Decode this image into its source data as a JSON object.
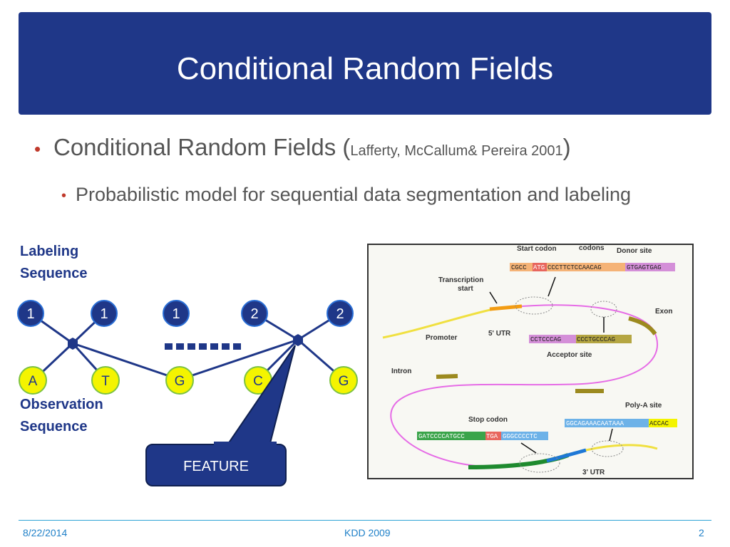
{
  "slide": {
    "title": "Conditional Random Fields",
    "bullet1_main": "Conditional Random Fields (",
    "bullet1_cite": "Lafferty, McCallum& Pereira 2001",
    "bullet1_close": ")",
    "bullet2": "Probabilistic model for sequential data segmentation and labeling"
  },
  "diagram": {
    "labeling_title_1": "Labeling",
    "labeling_title_2": "Sequence",
    "observation_title_1": "Observation",
    "observation_title_2": "Sequence",
    "labels": [
      "1",
      "1",
      "1",
      "2",
      "2"
    ],
    "observations": [
      "A",
      "T",
      "G",
      "C",
      "G"
    ],
    "feature_label": "FEATURE"
  },
  "gene_figure": {
    "start_codon": "Start codon",
    "codons": "codons",
    "donor_site": "Donor site",
    "seq_top_a": "CGCC",
    "seq_top_b": "ATG",
    "seq_top_c": "CCCTTCTCCAACAG",
    "seq_top_d": "GTGAGTGAG",
    "transcription_start_1": "Transcription",
    "transcription_start_2": "start",
    "exon": "Exon",
    "promoter": "Promoter",
    "utr5": "5' UTR",
    "acceptor_seq_a": "CCTCCCAG",
    "acceptor_seq_b": "CCCTGCCCAG",
    "acceptor_site": "Acceptor site",
    "intron": "Intron",
    "poly_a_site": "Poly-A site",
    "stop_codon": "Stop codon",
    "polya_seq_a": "GGCAGAAACAATAAA",
    "polya_seq_b": "ACCAC",
    "stop_seq_a": "GATCCCCATGCC",
    "stop_seq_b": "TGA",
    "stop_seq_c": "GGGCCCCTC",
    "utr3": "3' UTR"
  },
  "footer": {
    "date": "8/22/2014",
    "center": "KDD 2009",
    "page": "2"
  },
  "colors": {
    "title_bg": "#1f3788",
    "node_label": "#1f3788",
    "node_obs": "#f4f400",
    "bullet_dot": "#c0392b",
    "footer_line": "#2ea3d6"
  }
}
